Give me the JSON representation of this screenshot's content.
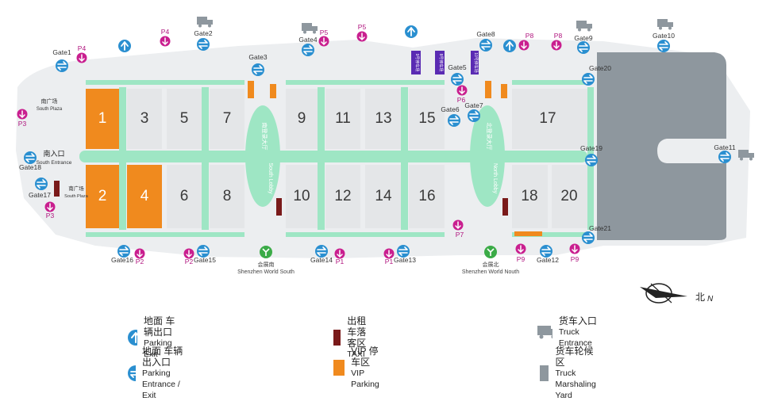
{
  "halls": [
    "1",
    "2",
    "3",
    "4",
    "5",
    "6",
    "7",
    "8",
    "9",
    "10",
    "11",
    "12",
    "13",
    "14",
    "15",
    "16",
    "17",
    "18",
    "20"
  ],
  "gates": [
    "Gate1",
    "Gate2",
    "Gate3",
    "Gate4",
    "Gate5",
    "Gate6",
    "Gate7",
    "Gate8",
    "Gate9",
    "Gate10",
    "Gate11",
    "Gate12",
    "Gate13",
    "Gate14",
    "Gate15",
    "Gate16",
    "Gate17",
    "Gate18",
    "Gate19",
    "Gate20",
    "Gate21"
  ],
  "parking": [
    "P1",
    "P1",
    "P2",
    "P2",
    "P3",
    "P3",
    "P4",
    "P4",
    "P5",
    "P5",
    "P6",
    "P7",
    "P8",
    "P8",
    "P9",
    "P9"
  ],
  "places": {
    "south_plaza_zh": "南广场",
    "south_plaza_en": "South Plaza",
    "south_entrance_zh": "南入口",
    "south_entrance_en": "South Entrance",
    "south_lobby_zh": "南登录大厅",
    "south_lobby_en": "South Lobby",
    "north_lobby_zh": "北登录大厅",
    "north_lobby_en": "North Lobby",
    "metro_south_zh": "会展南",
    "metro_south_en": "Shenzhen World South",
    "metro_north_zh": "会展北",
    "metro_north_en": "Shenzhen World Nouth",
    "lot_labels": [
      "9号停车场",
      "8号停车场",
      "10号停车场"
    ]
  },
  "compass": {
    "zh": "北",
    "en": "N"
  },
  "legend": {
    "parking_exit": {
      "zh": "地面 车辆出口",
      "en": "Parking Exit"
    },
    "parking_entrance_exit": {
      "zh": "地面 车辆出入口",
      "en": "Parking Entrance / Exit"
    },
    "taxi": {
      "zh": "出租车落客区",
      "en": "TAXI"
    },
    "vip": {
      "zh": "VIP 停车区",
      "en": "VIP Parking"
    },
    "truck_entrance": {
      "zh": "货车入口",
      "en": "Truck Entrance"
    },
    "marshaling": {
      "zh": "货车轮候区",
      "en": "Truck Marshaling Yard"
    }
  },
  "colors": {
    "corridor": "#9ee6c4",
    "hall": "#e4e6e8",
    "vip": "#f08a1e",
    "taxi": "#7a1a1a",
    "blue_icon": "#2a8fd0",
    "parking_icon": "#c91f8f",
    "truck": "#8e979e",
    "yard": "#8e979e",
    "metro": "#3bab47"
  }
}
